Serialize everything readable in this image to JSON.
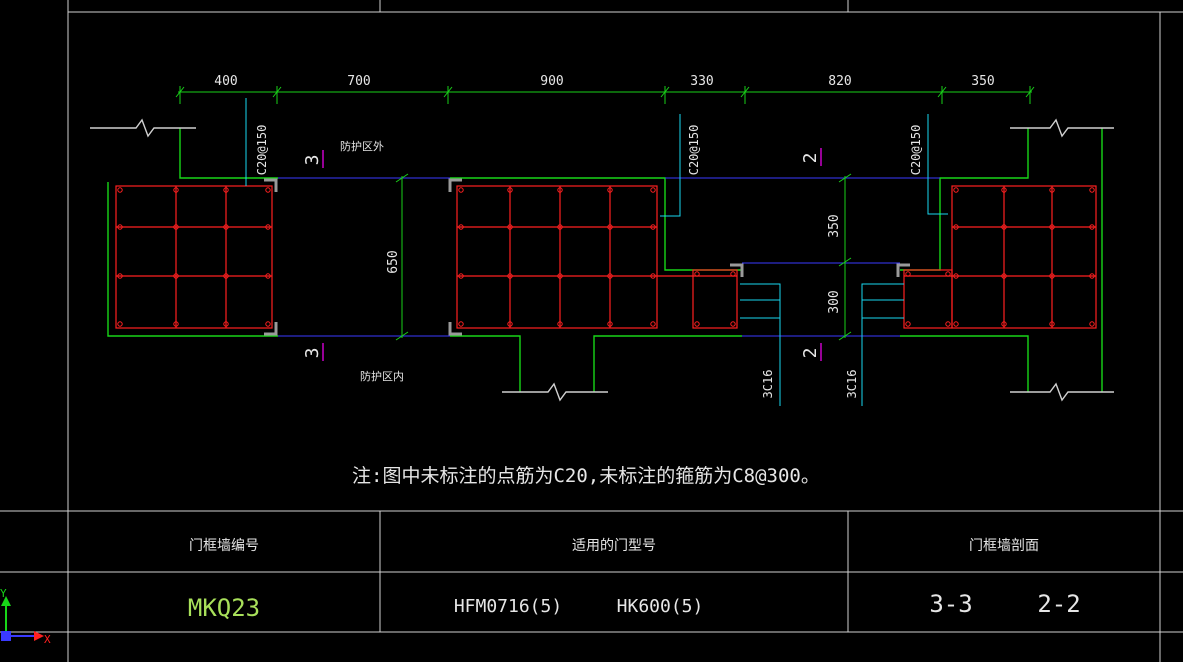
{
  "drawing": {
    "dimensions": [
      "400",
      "700",
      "900",
      "330",
      "820",
      "350"
    ],
    "vertical_dims": {
      "d650": "650",
      "d350": "350",
      "d300": "300"
    },
    "rebar_labels": [
      "C20@150",
      "C20@150",
      "C20@150",
      "3C16",
      "3C16"
    ],
    "section_marks": [
      "3",
      "3",
      "2",
      "2"
    ],
    "side_labels": {
      "outer": "防护区外",
      "inner": "防护区内"
    },
    "note": "注:图中未标注的点筋为C20,未标注的箍筋为C8@300。"
  },
  "table": {
    "headers": [
      "门框墙编号",
      "适用的门型号",
      "门框墙剖面"
    ],
    "code": "MKQ23",
    "door_types": [
      "HFM0716(5)",
      "HK600(5)"
    ],
    "sections": [
      "3-3",
      "2-2"
    ]
  },
  "ucs": {
    "y": "Y",
    "x": "X"
  },
  "colors": {
    "background": "#000000",
    "wall": "#18d618",
    "rebar": "#ff2020",
    "tie": "#19d7f0",
    "dim": "#19d019",
    "grid": "#d0d0d0",
    "code": "#a8e05a",
    "embed": "#9a9a9a",
    "mark": "#c800c8"
  }
}
